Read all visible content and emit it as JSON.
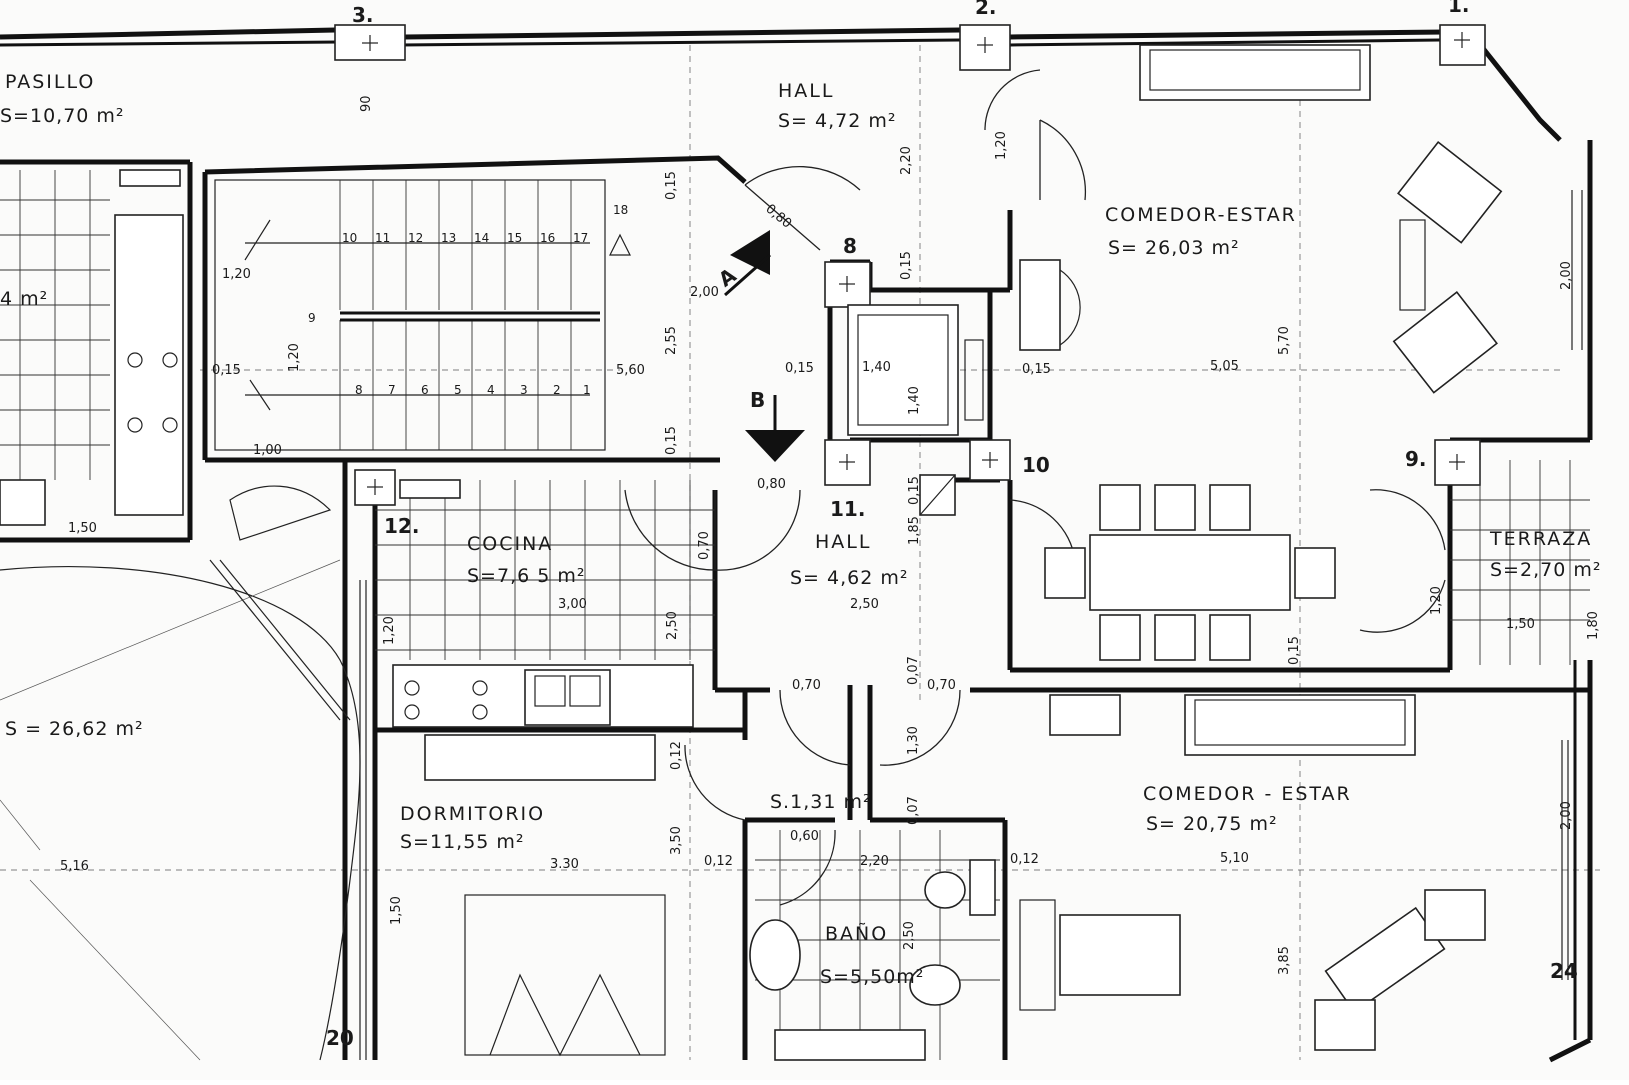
{
  "rooms": {
    "pasillo": {
      "name": "PASILLO",
      "area": "S=10,70 m²"
    },
    "hall_top": {
      "name": "HALL",
      "area": "S= 4,72 m²"
    },
    "comedor_top": {
      "name": "COMEDOR-ESTAR",
      "area": "S= 26,03 m²"
    },
    "cocina": {
      "name": "COCINA",
      "area": "S=7,6 5 m²"
    },
    "hall_mid": {
      "name": "HALL",
      "area": "S= 4,62 m²"
    },
    "terraza": {
      "name": "TERRAZA",
      "area": "S=2,70 m²"
    },
    "patio": {
      "area": "S = 26,62 m²"
    },
    "dormitorio": {
      "name": "DORMITORIO",
      "area": "S=11,55 m²"
    },
    "bano_small": {
      "area": "S.1,31 m²"
    },
    "bano": {
      "name": "BAÑO",
      "area": "S=5,50m²"
    },
    "comedor_bottom": {
      "name": "COMEDOR - ESTAR",
      "area": "S= 20,75 m²"
    },
    "left_partial": {
      "area": "4 m²"
    }
  },
  "markers": {
    "m1": "1.",
    "m2": "2.",
    "m3": "3.",
    "m8": "8",
    "m9": "9.",
    "m10": "10",
    "m11": "11.",
    "m12": "12.",
    "m20": "20",
    "m24": "24",
    "section_a": "A",
    "section_b": "B"
  },
  "stair_numbers": {
    "upper": [
      "10",
      "11",
      "12",
      "13",
      "14",
      "15",
      "16",
      "17",
      "18"
    ],
    "lower": [
      "8",
      "7",
      "6",
      "5",
      "4",
      "3",
      "2",
      "1"
    ],
    "landing": "9"
  },
  "dimensions": {
    "d_90": "90",
    "d_220": "2,20",
    "d_120a": "1,20",
    "d_015a": "0,15",
    "d_080a": "0,80",
    "d_015b": "0,15",
    "d_200a": "2,00",
    "d_120b": "1,20",
    "d_255": "2,55",
    "d_015c": "0,15",
    "d_120c": "1,20",
    "d_560": "5,60",
    "d_015d": "0,15",
    "d_140a": "1,40",
    "d_140b": "1,40",
    "d_015e": "0,15",
    "d_505": "5,05",
    "d_570": "5,70",
    "d_200b": "2,00",
    "d_015f": "0,15",
    "d_100": "1,00",
    "d_080b": "0,80",
    "d_015g": "0,15",
    "d_150a": "1,50",
    "d_070a": "0,70",
    "d_185": "1,85",
    "d_250a": "2,50",
    "d_300": "3,00",
    "d_250b": "2,50",
    "d_120d": "1,20",
    "d_120e": "1,20",
    "d_150b": "1,50",
    "d_180": "1,80",
    "d_015h": "0,15",
    "d_070b": "0,70",
    "d_007a": "0,07",
    "d_070c": "0,70",
    "d_130": "1,30",
    "d_012a": "0,12",
    "d_007b": "0,07",
    "d_060": "0,60",
    "d_350": "3,50",
    "d_012b": "0,12",
    "d_220b": "2,20",
    "d_012c": "0,12",
    "d_516": "5,16",
    "d_330": "3.30",
    "d_250c": "2,50",
    "d_150c": "1,50",
    "d_510": "5,10",
    "d_200c": "2,00",
    "d_385": "3,85"
  }
}
